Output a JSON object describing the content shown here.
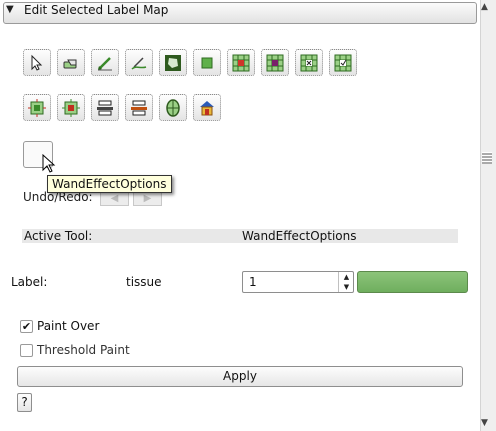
{
  "panel": {
    "title": "Edit Selected Label Map",
    "arrow_glyph": "▼"
  },
  "toolbar_row1": [
    {
      "icon": "default-tool-icon"
    },
    {
      "icon": "erase-label-icon"
    },
    {
      "icon": "paint-effect-icon"
    },
    {
      "icon": "draw-effect-icon"
    },
    {
      "icon": "level-tracing-icon"
    },
    {
      "icon": "rectangle-effect-icon"
    },
    {
      "icon": "identify-islands-icon"
    },
    {
      "icon": "change-island-icon"
    },
    {
      "icon": "remove-islands-icon"
    },
    {
      "icon": "save-island-icon"
    }
  ],
  "toolbar_row2": [
    {
      "icon": "erode-label-icon"
    },
    {
      "icon": "dilate-label-icon"
    },
    {
      "icon": "change-label-icon"
    },
    {
      "icon": "make-model-icon"
    },
    {
      "icon": "grow-cut-icon"
    },
    {
      "icon": "threshold-effect-icon"
    }
  ],
  "tooltip": "WandEffectOptions",
  "undo_redo_label": "Undo/Redo:",
  "active_tool": {
    "label": "Active Tool:",
    "value": "WandEffectOptions"
  },
  "label_row": {
    "label": "Label:",
    "name": "tissue",
    "value": "1",
    "color": "#78b866"
  },
  "paint_over": {
    "label": "Paint Over",
    "checked": true,
    "check_glyph": "✔"
  },
  "threshold_paint": {
    "label": "Threshold Paint",
    "checked": false
  },
  "apply_label": "Apply",
  "help_label": "?",
  "spin_up_glyph": "▲",
  "spin_down_glyph": "▼",
  "undo_glyph": "◀",
  "redo_glyph": "▶",
  "scroll_up_glyph": "▲",
  "scroll_down_glyph": "▼"
}
